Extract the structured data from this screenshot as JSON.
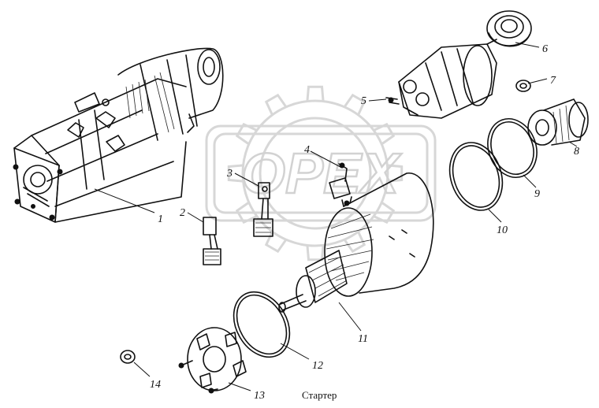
{
  "watermark": {
    "text": "OPEX"
  },
  "caption": "Стартер",
  "callouts": [
    {
      "id": "1",
      "label": "1"
    },
    {
      "id": "2",
      "label": "2"
    },
    {
      "id": "3",
      "label": "3"
    },
    {
      "id": "4",
      "label": "4"
    },
    {
      "id": "5",
      "label": "5"
    },
    {
      "id": "6",
      "label": "6"
    },
    {
      "id": "7",
      "label": "7"
    },
    {
      "id": "8",
      "label": "8"
    },
    {
      "id": "9",
      "label": "9"
    },
    {
      "id": "10",
      "label": "10"
    },
    {
      "id": "11",
      "label": "11"
    },
    {
      "id": "12",
      "label": "12"
    },
    {
      "id": "13",
      "label": "13"
    },
    {
      "id": "14",
      "label": "14"
    }
  ]
}
